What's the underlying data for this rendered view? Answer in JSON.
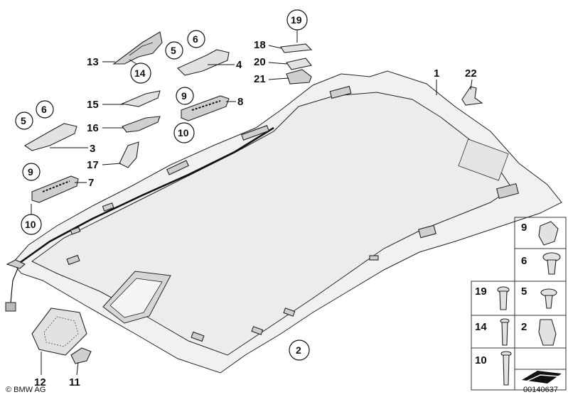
{
  "callouts": {
    "c1": "1",
    "c2": "2",
    "c3": "3",
    "c4": "4",
    "c5a": "5",
    "c6a": "6",
    "c5b": "5",
    "c6b": "6",
    "c7": "7",
    "c8": "8",
    "c9a": "9",
    "c10a": "10",
    "c9b": "9",
    "c10b": "10",
    "c11": "11",
    "c12": "12",
    "c13": "13",
    "c14": "14",
    "c15": "15",
    "c16": "16",
    "c17": "17",
    "c18": "18",
    "c19": "19",
    "c20": "20",
    "c21": "21",
    "c22": "22"
  },
  "legend": {
    "l9": "9",
    "l6": "6",
    "l19": "19",
    "l5": "5",
    "l14": "14",
    "l2": "2",
    "l10": "10"
  },
  "footer": {
    "copyright": "© BMW AG",
    "diagram_number": "00140637"
  }
}
